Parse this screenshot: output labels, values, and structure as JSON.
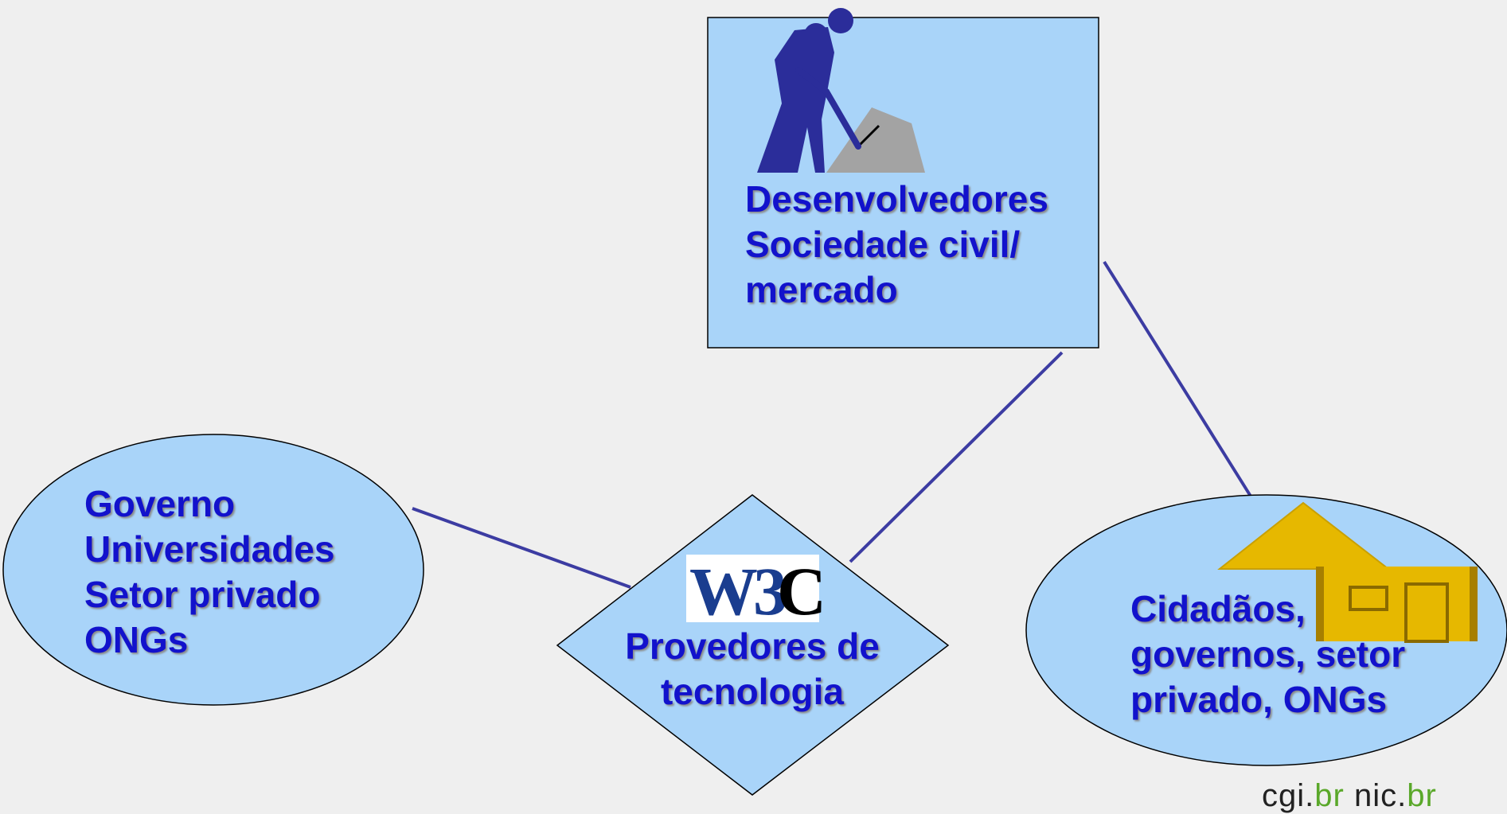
{
  "nodes": {
    "top": {
      "lines": [
        "Desenvolvedores",
        "Sociedade civil/",
        "mercado"
      ]
    },
    "left": {
      "lines": [
        "Governo",
        "Universidades",
        "Setor privado",
        "ONGs"
      ]
    },
    "center": {
      "lines": [
        "Provedores de",
        "tecnologia"
      ],
      "logo_text": "W3C"
    },
    "right": {
      "lines": [
        "Cidadãos,",
        "governos, setor",
        "privado, ONGs"
      ]
    }
  },
  "footer": {
    "part1": "cgi.",
    "part1_br": "br",
    "sep": " ",
    "part2": "nic.",
    "part2_br": "br"
  },
  "colors": {
    "background": "#efefef",
    "shape_fill": "#a9d4f9",
    "text": "#1212cc",
    "connector": "#3c3ca2",
    "house": "#e6b800",
    "worker": "#2b2d9a",
    "sand": "#a3a3a3"
  },
  "icons": {
    "top": "worker-digging-icon",
    "center": "w3c-logo",
    "right": "house-icon"
  }
}
